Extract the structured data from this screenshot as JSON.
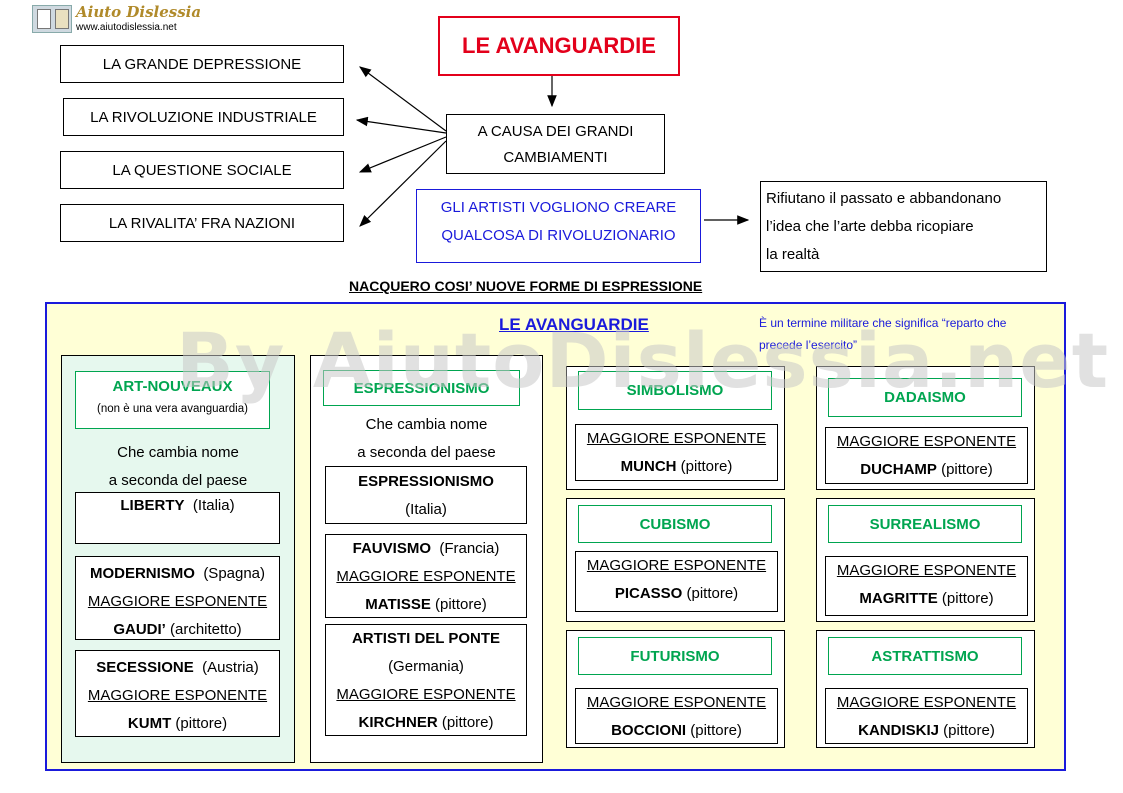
{
  "logo": {
    "title": "Aiuto Dislessia",
    "url": "www.aiutodislessia.net"
  },
  "watermark": "By AiutoDislessia.net",
  "title": "LE AVANGUARDIE",
  "causes": [
    "LA GRANDE DEPRESSIONE",
    "LA RIVOLUZIONE INDUSTRIALE",
    "LA QUESTIONE SOCIALE",
    "LA RIVALITA’ FRA NAZIONI"
  ],
  "cause_box": {
    "line1": "A CAUSA DEI GRANDI",
    "line2": "CAMBIAMENTI"
  },
  "artists_box": {
    "line1": "GLI ARTISTI VOGLIONO CREARE",
    "line2": "QUALCOSA DI RIVOLUZIONARIO"
  },
  "reject_box": {
    "line1": "Rifiutano il passato e abbandonano",
    "line2": "l’idea che l’arte debba ricopiare",
    "line3": "la realtà"
  },
  "subtitle": "NACQUERO COSI’ NUOVE FORME DI ESPRESSIONE",
  "panel": {
    "title": "LE AVANGUARDIE",
    "note_line1": "È un termine militare che significa “reparto che",
    "note_line2": "precede l’esercito”"
  },
  "art_nouveau": {
    "title": "ART-NOUVEAUX",
    "subtitle": "(non è una vera avanguardia)",
    "desc1": "Che cambia nome",
    "desc2": "a seconda del paese",
    "liberty": {
      "name": "LIBERTY",
      "place": "(Italia)"
    },
    "modernismo": {
      "name": "MODERNISMO",
      "place": "(Spagna)",
      "label": "MAGGIORE ESPONENTE",
      "exponent": "GAUDI’",
      "role": "(architetto)"
    },
    "secessione": {
      "name": "SECESSIONE",
      "place": "(Austria)",
      "label": "MAGGIORE ESPONENTE",
      "exponent": "KUMT",
      "role": "(pittore)"
    }
  },
  "espressionismo": {
    "title": "ESPRESSIONISMO",
    "desc1": "Che cambia nome",
    "desc2": "a seconda del paese",
    "italia": {
      "name": "ESPRESSIONISMO",
      "place": "(Italia)"
    },
    "fauvismo": {
      "name": "FAUVISMO",
      "place": "(Francia)",
      "label": "MAGGIORE ESPONENTE",
      "exponent": "MATISSE",
      "role": "(pittore)"
    },
    "ponte": {
      "name": "ARTISTI DEL PONTE",
      "place": "(Germania)",
      "label": "MAGGIORE ESPONENTE",
      "exponent": "KIRCHNER",
      "role": "(pittore)"
    }
  },
  "movements": [
    {
      "title": "SIMBOLISMO",
      "label": "MAGGIORE ESPONENTE",
      "exponent": "MUNCH",
      "role": "(pittore)"
    },
    {
      "title": "DADAISMO",
      "label": "MAGGIORE ESPONENTE",
      "exponent": "DUCHAMP",
      "role": "(pittore)"
    },
    {
      "title": "CUBISMO",
      "label": "MAGGIORE ESPONENTE",
      "exponent": "PICASSO",
      "role": "(pittore)"
    },
    {
      "title": "SURREALISMO",
      "label": "MAGGIORE ESPONENTE",
      "exponent": "MAGRITTE",
      "role": "(pittore)"
    },
    {
      "title": "FUTURISMO",
      "label": "MAGGIORE ESPONENTE",
      "exponent": "BOCCIONI",
      "role": "(pittore)"
    },
    {
      "title": "ASTRATTISMO",
      "label": "MAGGIORE ESPONENTE",
      "exponent": "KANDISKIJ",
      "role": "(pittore)"
    }
  ],
  "colors": {
    "title_red": "#e3001b",
    "blue": "#1a1adb",
    "green": "#00a550",
    "panel_bg": "#ffffd6",
    "mint_bg": "#e6f8ee",
    "watermark": "#c9c9c9"
  }
}
